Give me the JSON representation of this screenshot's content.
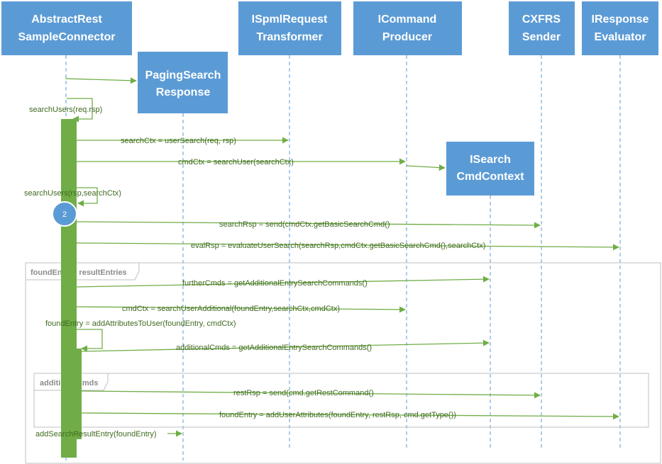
{
  "participants": {
    "p0": {
      "line1": "AbstractRest",
      "line2": "SampleConnector"
    },
    "p1": {
      "line1": "PagingSearch",
      "line2": "Response"
    },
    "p2": {
      "line1": "ISpmlRequest",
      "line2": "Transformer"
    },
    "p3": {
      "line1": "ICommand",
      "line2": "Producer"
    },
    "p4": {
      "line1": "ISearch",
      "line2": "CmdContext"
    },
    "p5": {
      "line1": "CXFRS",
      "line2": "Sender"
    },
    "p6": {
      "line1": "IResponse",
      "line2": "Evaluator"
    }
  },
  "messages": {
    "m1": "searchUsers(req.rsp)",
    "m2": "searchCtx = userSearch(req, rsp)",
    "m3": "cmdCtx = searchUser(searchCtx)",
    "m4": "searchUsers(rsp,searchCtx)",
    "m5": "searchRsp = send(cmdCtx.getBasicSearchCmd()",
    "m6": "evalRsp = evaluateUserSearch(searchRsp,cmdCtx.getBasicSearchCmd(),searchCtx)",
    "m7": "furtherCmds = getAdditionalEntrySearchCommands()",
    "m8": "cmdCtx = searchUserAdditional(foundEntry,searchCtx,cmdCtx)",
    "m9": "foundEntry = addAttributesToUser(foundEntry, cmdCtx)",
    "m10": "additionalCmds = getAdditionalEntrySearchCommands()",
    "m11": "restRsp = send(cmd.getRestCommand()",
    "m12": "foundEntry = addUserAttributes(foundEntry, restRsp, cmd.getType())",
    "m13": "addSearchResultEntry(foundEntry)"
  },
  "frames": {
    "outer": "foundEntry : resultEntries",
    "inner": "additionalCmds"
  },
  "badge": "2",
  "colors": {
    "box": "#5b9bd5",
    "message": "#70ad47",
    "frame": "#bfbfbf"
  }
}
